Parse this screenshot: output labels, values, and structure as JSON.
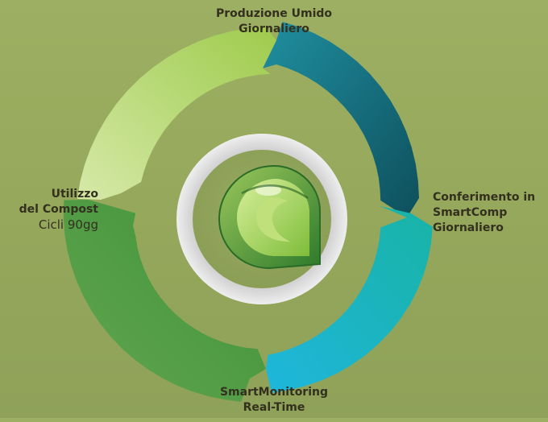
{
  "diagram": {
    "stages": [
      {
        "id": "top",
        "lines": [
          "Produzione Umido",
          "Giornaliero"
        ]
      },
      {
        "id": "right",
        "lines": [
          "Conferimento in",
          "SmartComp",
          "Giornaliero"
        ]
      },
      {
        "id": "bottom",
        "lines": [
          "SmartMonitoring",
          "Real-Time"
        ]
      },
      {
        "id": "left",
        "lines": [
          "Utilizzo",
          "del Compost"
        ],
        "sub": "Cicli 90gg"
      }
    ],
    "colors": {
      "segment_top_right": [
        "#1f8fa0",
        "#0e4f5c"
      ],
      "segment_bottom_right": [
        "#1ab7b0",
        "#1fb3d6"
      ],
      "segment_bottom_left": [
        "#4a9a3c",
        "#62a850"
      ],
      "segment_top_left": [
        "#cfe39a",
        "#9ec94c"
      ],
      "inner_ring": "#e2e2e2",
      "center": "#8fa359",
      "leaf_icon": [
        "#2f7d2e",
        "#bfe07a"
      ]
    }
  }
}
